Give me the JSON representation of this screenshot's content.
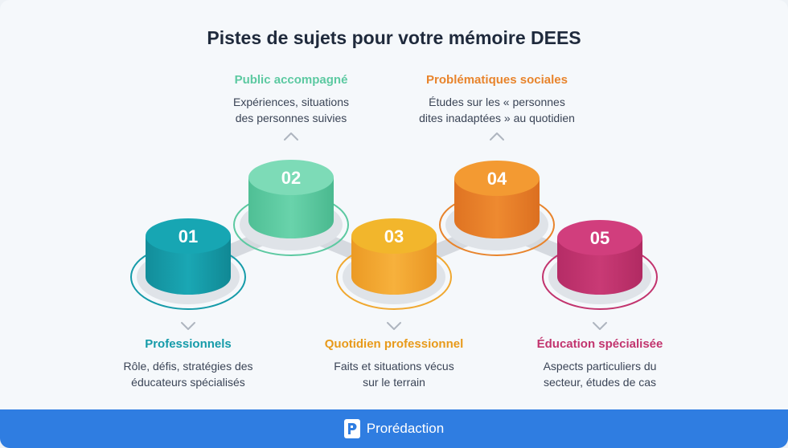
{
  "title": "Pistes de sujets pour votre mémoire DEES",
  "colors": {
    "teal": "#159ba9",
    "green": "#5cc9a1",
    "yellow": "#f0a830",
    "orange": "#e8842c",
    "pink": "#c2346e",
    "footer": "#2f7de1"
  },
  "items": [
    {
      "number": "01",
      "title": "Professionnels",
      "desc": [
        "Rôle, défis, stratégies des",
        "éducateurs spécialisés"
      ],
      "color": "#159ba9"
    },
    {
      "number": "02",
      "title": "Public accompagné",
      "desc": [
        "Expériences, situations",
        "des personnes suivies"
      ],
      "color": "#5cc9a1"
    },
    {
      "number": "03",
      "title": "Quotidien professionnel",
      "desc": [
        "Faits et situations vécus",
        "sur le terrain"
      ],
      "color": "#f0a830"
    },
    {
      "number": "04",
      "title": "Problématiques sociales",
      "desc": [
        "Études sur les « personnes",
        "dites inadaptées » au quotidien"
      ],
      "color": "#e8842c"
    },
    {
      "number": "05",
      "title": "Éducation spécialisée",
      "desc": [
        "Aspects particuliers du",
        "secteur, études de cas"
      ],
      "color": "#c2346e"
    }
  ],
  "footer": {
    "brand": "Prorédaction",
    "logo_icon": "proredaction-logo-icon"
  }
}
